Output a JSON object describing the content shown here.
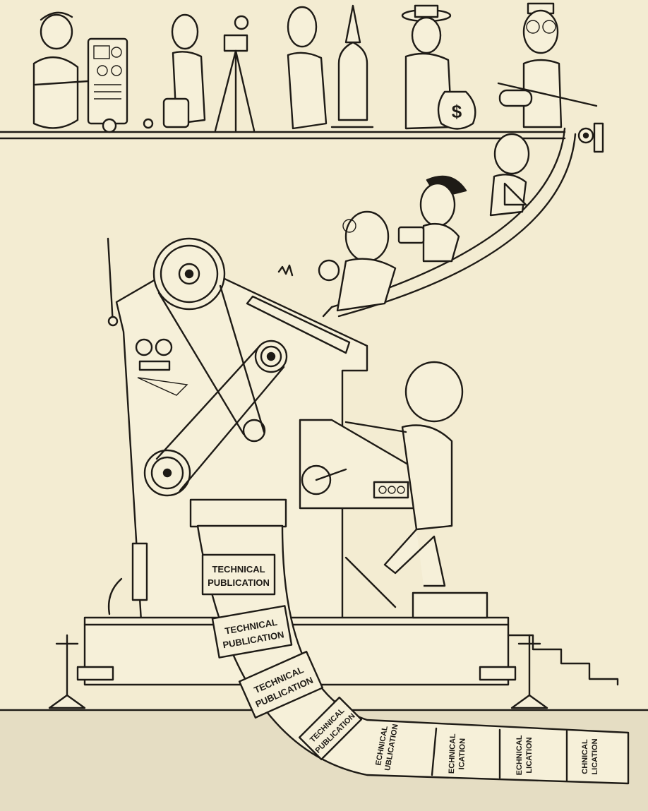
{
  "illustration": {
    "colors": {
      "paper": "#f3ecd2",
      "ink": "#1e1b16",
      "floor_shadow": "#d9d1b6"
    },
    "top_conveyor": {
      "figures": [
        {
          "name": "engineer-with-equipment-cart"
        },
        {
          "name": "photographer-with-camera-tripod"
        },
        {
          "name": "man-with-rocket-model"
        },
        {
          "name": "man-with-money-bag",
          "bag_symbol": "$"
        },
        {
          "name": "man-with-drawings-and-rifle"
        }
      ]
    },
    "chute_figures": [
      {
        "name": "scientist-with-flask"
      },
      {
        "name": "woman-with-typewriter"
      },
      {
        "name": "draftsman-with-triangle"
      }
    ],
    "publication_label_line1": "TECHNICAL",
    "publication_label_line2": "PUBLICATION",
    "strip_fragment_labels": [
      [
        "ECHNICAL",
        "UBLICATION"
      ],
      [
        "ECHNICAL",
        "ICATION"
      ],
      [
        "ECHNICAL",
        "LICATION"
      ],
      [
        "CHNICAL",
        "LICATION"
      ]
    ]
  }
}
